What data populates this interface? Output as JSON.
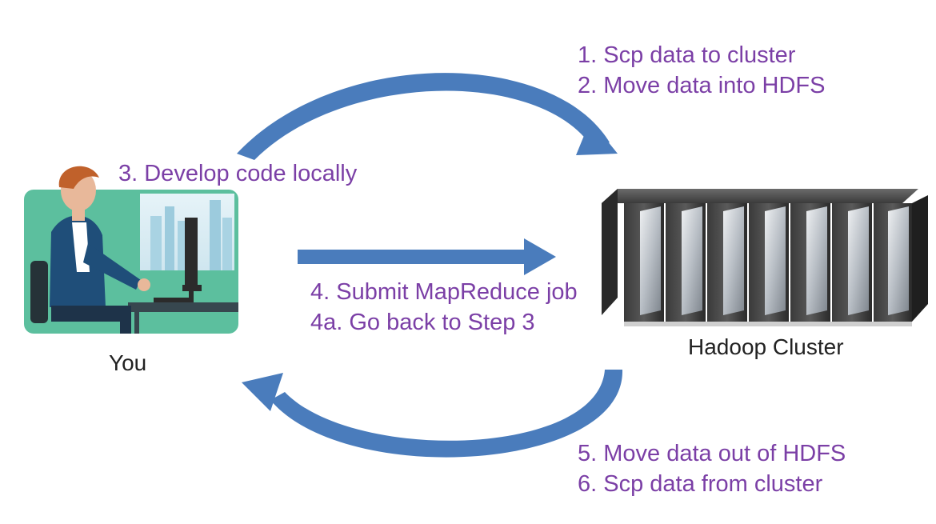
{
  "colors": {
    "arrow": "#4a7cbc",
    "step_text": "#7b3fa6",
    "label_text": "#222222"
  },
  "steps": {
    "copy_and_move": [
      "1. Scp data to cluster",
      "2. Move data into HDFS"
    ],
    "develop": "3. Develop code locally",
    "submit": [
      "4. Submit MapReduce job",
      "4a. Go back to Step 3"
    ],
    "retrieve": [
      "5. Move data out of HDFS",
      "6. Scp data from cluster"
    ]
  },
  "nodes": {
    "you": {
      "label": "You",
      "icon": "developer-at-computer-icon"
    },
    "cluster": {
      "label": "Hadoop Cluster",
      "icon": "server-rack-icon"
    }
  },
  "arrows": {
    "top": "arrow-you-to-cluster",
    "middle": "arrow-submit-job",
    "bottom": "arrow-cluster-to-you"
  }
}
